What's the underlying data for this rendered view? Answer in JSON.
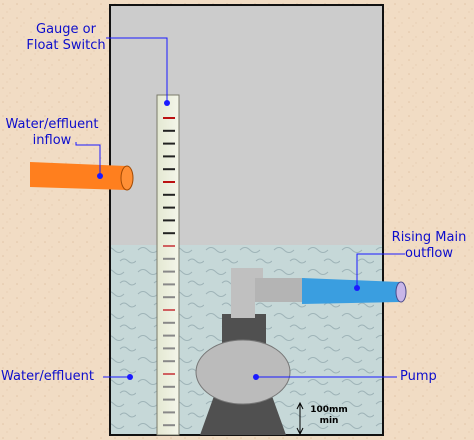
{
  "labels": {
    "gauge_line1": "Gauge or",
    "gauge_line2": "Float Switch",
    "inflow_line1": "Water/effluent",
    "inflow_line2": "inflow",
    "rising_line1": "Rising Main",
    "rising_line2": "outflow",
    "water": "Water/effluent",
    "pump": "Pump",
    "clearance_line1": "100mm",
    "clearance_line2": "min"
  },
  "colors": {
    "background": "#f1dcc4",
    "tank_air": "#cccccc",
    "water": "#c6d8d8",
    "label_text": "#0d0dcc",
    "leader_line": "#1a1aff",
    "inflow_pipe": "#ff7f1e",
    "outflow_pipe": "#3a9ee0",
    "pump_body": "#bbbbbb",
    "pump_motor": "#505050"
  },
  "icons": [
    "leader-dot",
    "dimension-arrow"
  ]
}
